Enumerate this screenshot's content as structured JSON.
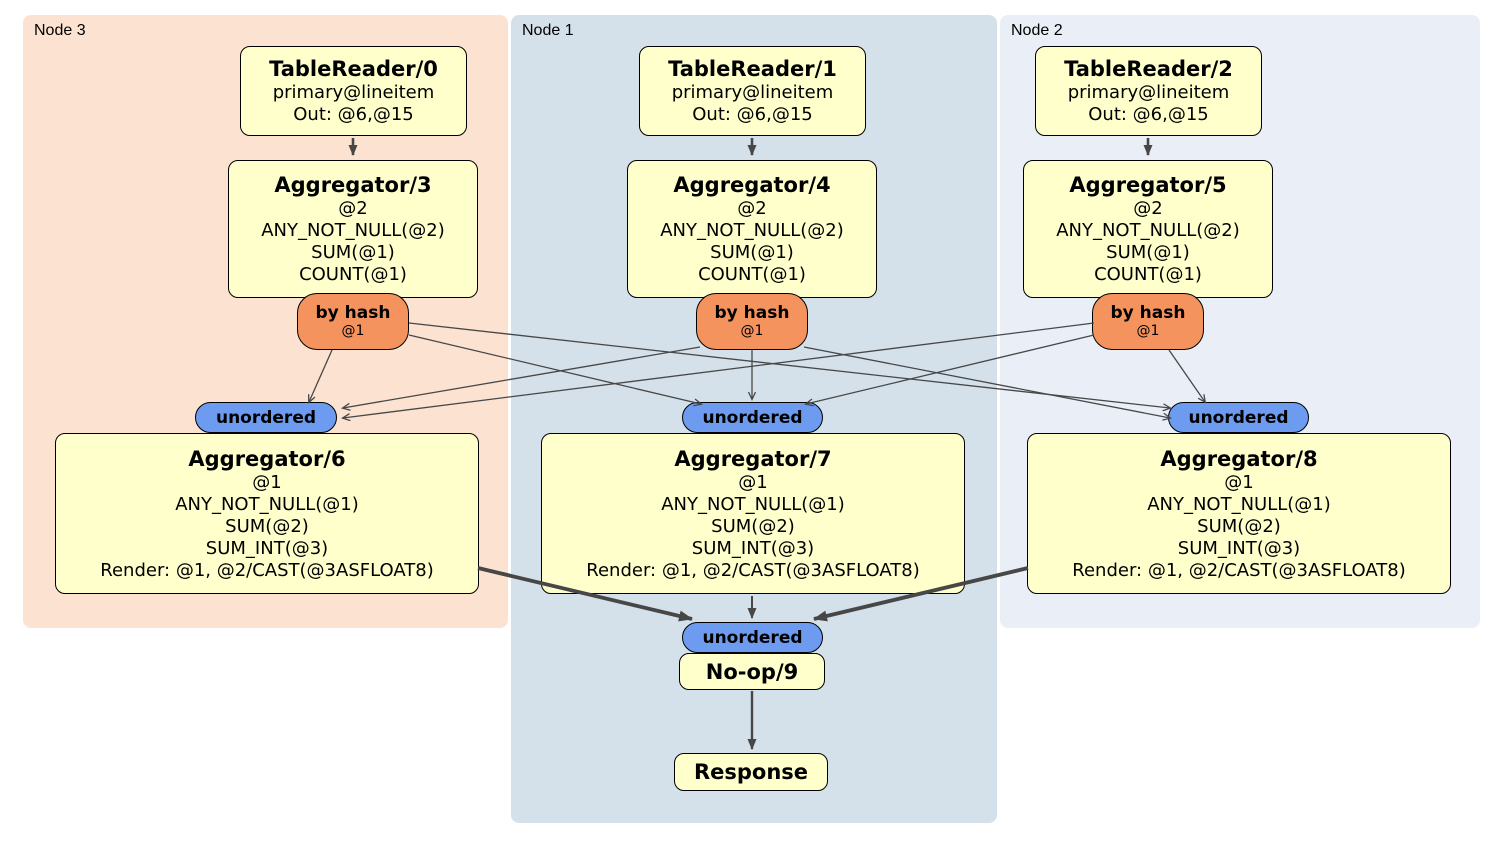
{
  "regions": [
    {
      "label": "Node 3"
    },
    {
      "label": "Node 1"
    },
    {
      "label": "Node 2"
    }
  ],
  "nodes": {
    "tr0": {
      "title": "TableReader/0",
      "lines": [
        "primary@lineitem",
        "Out: @6,@15"
      ]
    },
    "tr1": {
      "title": "TableReader/1",
      "lines": [
        "primary@lineitem",
        "Out: @6,@15"
      ]
    },
    "tr2": {
      "title": "TableReader/2",
      "lines": [
        "primary@lineitem",
        "Out: @6,@15"
      ]
    },
    "agg3": {
      "title": "Aggregator/3",
      "lines": [
        "@2",
        "ANY_NOT_NULL(@2)",
        "SUM(@1)",
        "COUNT(@1)"
      ]
    },
    "agg4": {
      "title": "Aggregator/4",
      "lines": [
        "@2",
        "ANY_NOT_NULL(@2)",
        "SUM(@1)",
        "COUNT(@1)"
      ]
    },
    "agg5": {
      "title": "Aggregator/5",
      "lines": [
        "@2",
        "ANY_NOT_NULL(@2)",
        "SUM(@1)",
        "COUNT(@1)"
      ]
    },
    "agg6": {
      "title": "Aggregator/6",
      "lines": [
        "@1",
        "ANY_NOT_NULL(@1)",
        "SUM(@2)",
        "SUM_INT(@3)",
        "Render: @1, @2/CAST(@3ASFLOAT8)"
      ]
    },
    "agg7": {
      "title": "Aggregator/7",
      "lines": [
        "@1",
        "ANY_NOT_NULL(@1)",
        "SUM(@2)",
        "SUM_INT(@3)",
        "Render: @1, @2/CAST(@3ASFLOAT8)"
      ]
    },
    "agg8": {
      "title": "Aggregator/8",
      "lines": [
        "@1",
        "ANY_NOT_NULL(@1)",
        "SUM(@2)",
        "SUM_INT(@3)",
        "Render: @1, @2/CAST(@3ASFLOAT8)"
      ]
    },
    "noop": {
      "title": "No-op/9"
    },
    "response": {
      "title": "Response"
    }
  },
  "router": {
    "label": "by hash",
    "sub": "@1"
  },
  "sync": {
    "label": "unordered"
  },
  "edges": [
    "TableReader/0 -> Aggregator/3",
    "TableReader/1 -> Aggregator/4",
    "TableReader/2 -> Aggregator/5",
    "Aggregator/3 (by hash @1) -> Aggregator/6 (unordered)",
    "Aggregator/3 (by hash @1) -> Aggregator/7 (unordered)",
    "Aggregator/3 (by hash @1) -> Aggregator/8 (unordered)",
    "Aggregator/4 (by hash @1) -> Aggregator/6 (unordered)",
    "Aggregator/4 (by hash @1) -> Aggregator/7 (unordered)",
    "Aggregator/4 (by hash @1) -> Aggregator/8 (unordered)",
    "Aggregator/5 (by hash @1) -> Aggregator/6 (unordered)",
    "Aggregator/5 (by hash @1) -> Aggregator/7 (unordered)",
    "Aggregator/5 (by hash @1) -> Aggregator/8 (unordered)",
    "Aggregator/6 -> No-op/9 (unordered)",
    "Aggregator/7 -> No-op/9 (unordered)",
    "Aggregator/8 -> No-op/9 (unordered)",
    "No-op/9 -> Response"
  ],
  "colors": {
    "node3_bg": "#fce2d0",
    "node1_bg": "#d4e1eb",
    "node2_bg": "#eaeff7",
    "box_bg": "#ffffcc",
    "box_border": "#000000",
    "hash_router_bg": "#f4935e",
    "unordered_sync_bg": "#6c9bf0",
    "edge": "#474747"
  }
}
